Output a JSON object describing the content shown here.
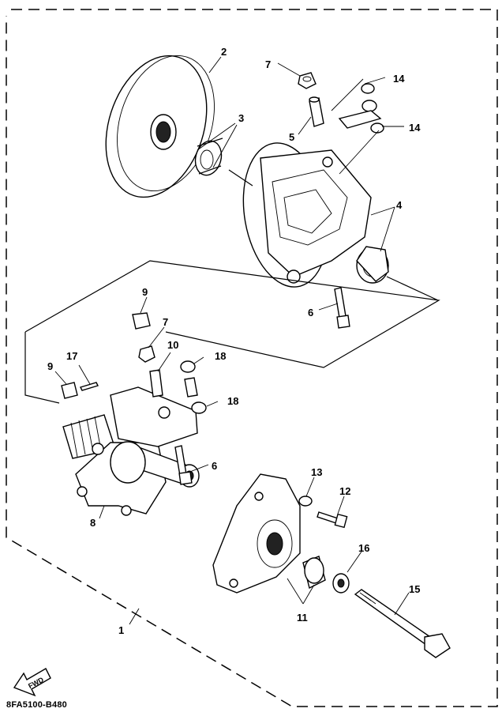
{
  "diagram": {
    "callouts": {
      "c1": "1",
      "c2": "2",
      "c3": "3",
      "c4": "4",
      "c5": "5",
      "c6a": "6",
      "c6b": "6",
      "c7a": "7",
      "c7b": "7",
      "c8": "8",
      "c9a": "9",
      "c9b": "9",
      "c10": "10",
      "c11": "11",
      "c12": "12",
      "c13": "13",
      "c14a": "14",
      "c14b": "14",
      "c15": "15",
      "c16": "16",
      "c17": "17",
      "c18a": "18",
      "c18b": "18"
    },
    "fwd_label": "FWD",
    "drawing_code": "8FA5100-B480"
  }
}
